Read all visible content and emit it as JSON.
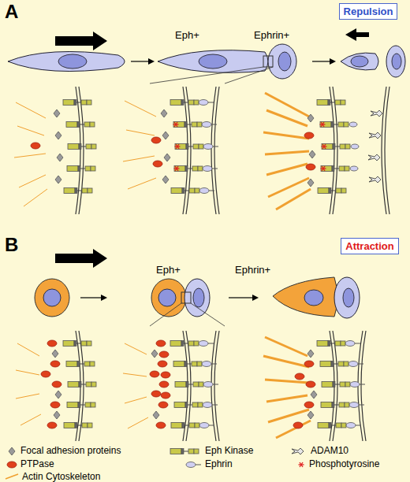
{
  "diagram": {
    "nodes": [
      {
        "text": [
          "Repulsion"
        ]
      },
      {
        "text": [
          "Attraction"
        ]
      }
    ],
    "labels": [
      "A",
      "Eph+",
      "Ephrin+",
      "B",
      "Eph+",
      "Ephrin+"
    ],
    "legend": [
      {
        "text": "Focal adhesion proteins"
      },
      {
        "text": "Eph Kinase"
      },
      {
        "text": "ADAM10"
      },
      {
        "text": "PTPase"
      },
      {
        "text": "Ephrin"
      },
      {
        "text": "Phosphotyrosine"
      },
      {
        "text": "Actin Cytoskeleton"
      }
    ]
  }
}
